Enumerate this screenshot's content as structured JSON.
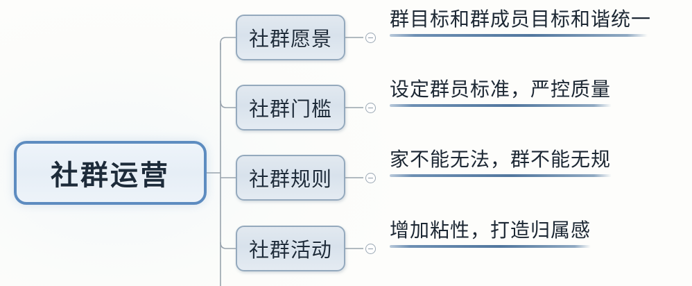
{
  "diagram": {
    "type": "mind-map",
    "orientation": "left-to-right",
    "background_color": "#fdfdfb",
    "accent_color": "#5d8cc0",
    "node_fill_color": "#dce5ee",
    "node_border_color": "#94a9bd",
    "underline_color": "#52779e",
    "text_color": "#1d2b3a"
  },
  "root": {
    "label": "社群运营"
  },
  "branches": [
    {
      "label": "社群愿景",
      "toggle_icon": "collapse-minus-icon",
      "leaf": {
        "text": "群目标和群成员目标和谐统一",
        "underline_width": 372
      }
    },
    {
      "label": "社群门槛",
      "toggle_icon": "collapse-minus-icon",
      "leaf": {
        "text": "设定群员标准，严控质量",
        "underline_width": 320
      }
    },
    {
      "label": "社群规则",
      "toggle_icon": "collapse-minus-icon",
      "leaf": {
        "text": "家不能无法，群不能无规",
        "underline_width": 320
      }
    },
    {
      "label": "社群活动",
      "toggle_icon": "collapse-minus-icon",
      "leaf": {
        "text": "增加粘性，打造归属感",
        "underline_width": 290
      }
    }
  ]
}
